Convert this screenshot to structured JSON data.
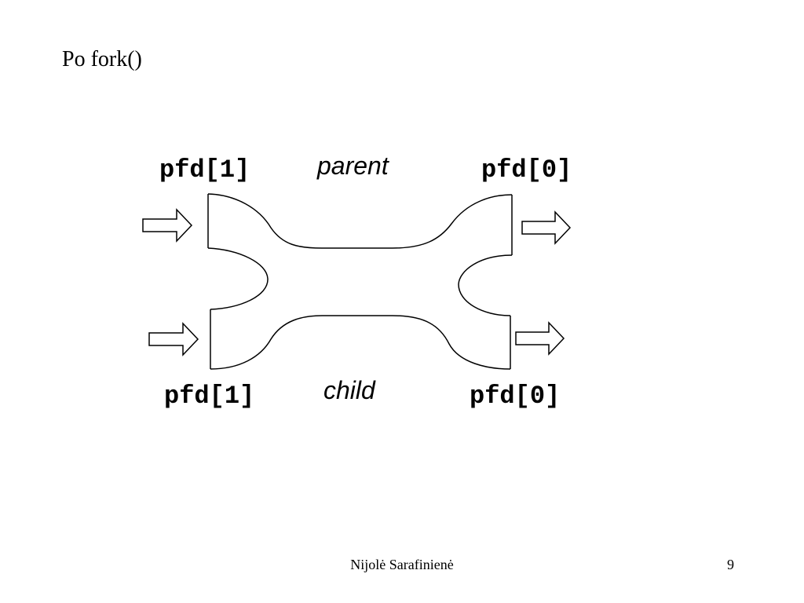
{
  "slide": {
    "title": "Po fork()",
    "author": "Nijolė Sarafinienė",
    "page_number": "9"
  },
  "diagram": {
    "parent_label": "parent",
    "child_label": "child",
    "parent_write_end": "pfd[1]",
    "parent_read_end": "pfd[0]",
    "child_write_end": "pfd[1]",
    "child_read_end": "pfd[0]"
  }
}
